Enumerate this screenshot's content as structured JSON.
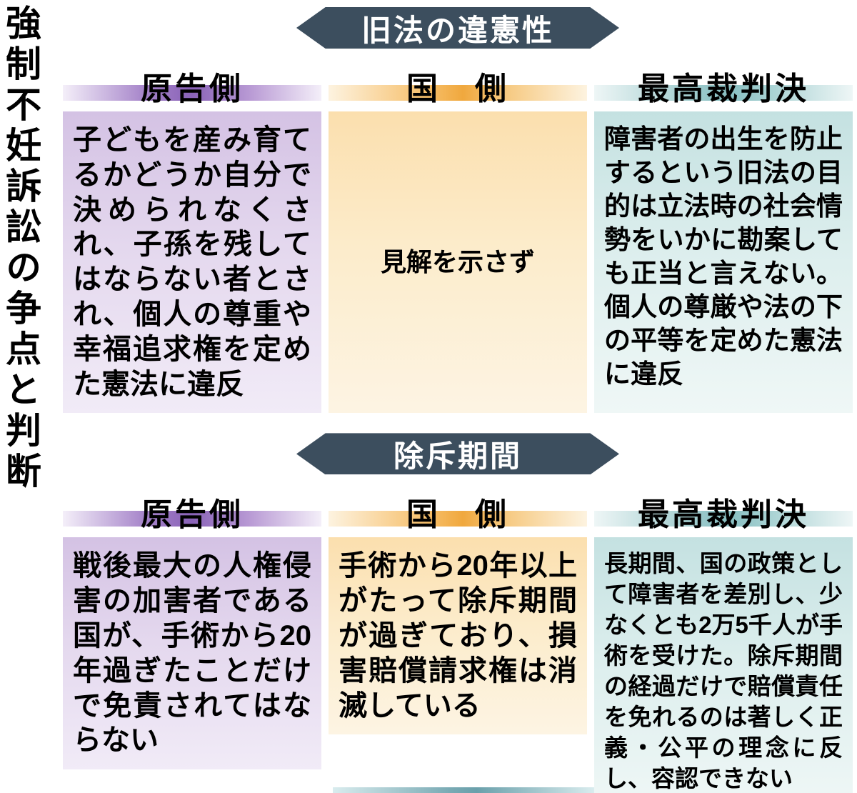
{
  "title": "強制不妊訴訟の争点と判断",
  "colors": {
    "banner_bg": "#3c4e5e",
    "banner_text": "#ffffff",
    "plaintiff_accent": "#8a63b8",
    "government_accent": "#f0a83e",
    "supreme_court_accent": "#87bec1",
    "plaintiff_cell": "#d4c2e4",
    "government_cell": "#fbdfae",
    "supreme_court_cell": "#c4e1e1"
  },
  "sections": [
    {
      "banner": "旧法の違憲性",
      "columns": [
        {
          "header": "原告側",
          "text": "子どもを産み育てるかどうか自分で決められなくされ、子孫を残してはならない者とされ、個人の尊重や幸福追求権を定めた憲法に違反"
        },
        {
          "header": "国　側",
          "text": "見解を示さず"
        },
        {
          "header": "最高裁判決",
          "text": "障害者の出生を防止するという旧法の目的は立法時の社会情勢をいかに勘案しても正当と言えない。個人の尊厳や法の下の平等を定めた憲法に違反"
        }
      ]
    },
    {
      "banner": "除斥期間",
      "columns": [
        {
          "header": "原告側",
          "text": "戦後最大の人権侵害の加害者である国が、手術から20年過ぎたことだけで免責されてはならない"
        },
        {
          "header": "国　側",
          "text": "手術から20年以上がたって除斥期間が過ぎており、損害賠償請求権は消滅している"
        },
        {
          "header": "最高裁判決",
          "text": "長期間、国の政策として障害者を差別し、少なくとも2万5千人が手術を受けた。除斥期間の経過だけで賠償責任を免れるのは著しく正義・公平の理念に反し、容認できない"
        }
      ]
    }
  ]
}
